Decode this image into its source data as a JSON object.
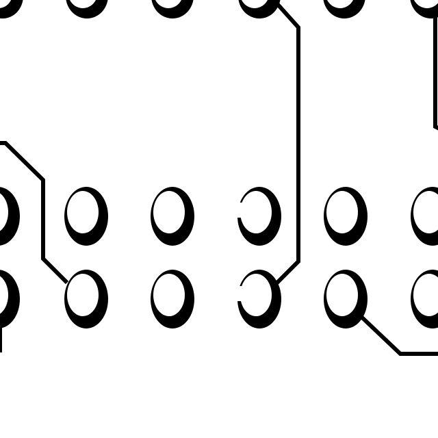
{
  "colors": {
    "background": "#ffffff",
    "copper": "#000000"
  },
  "board": {
    "pad_rows": 3,
    "pads_per_row": 6,
    "trace_count": 4
  }
}
